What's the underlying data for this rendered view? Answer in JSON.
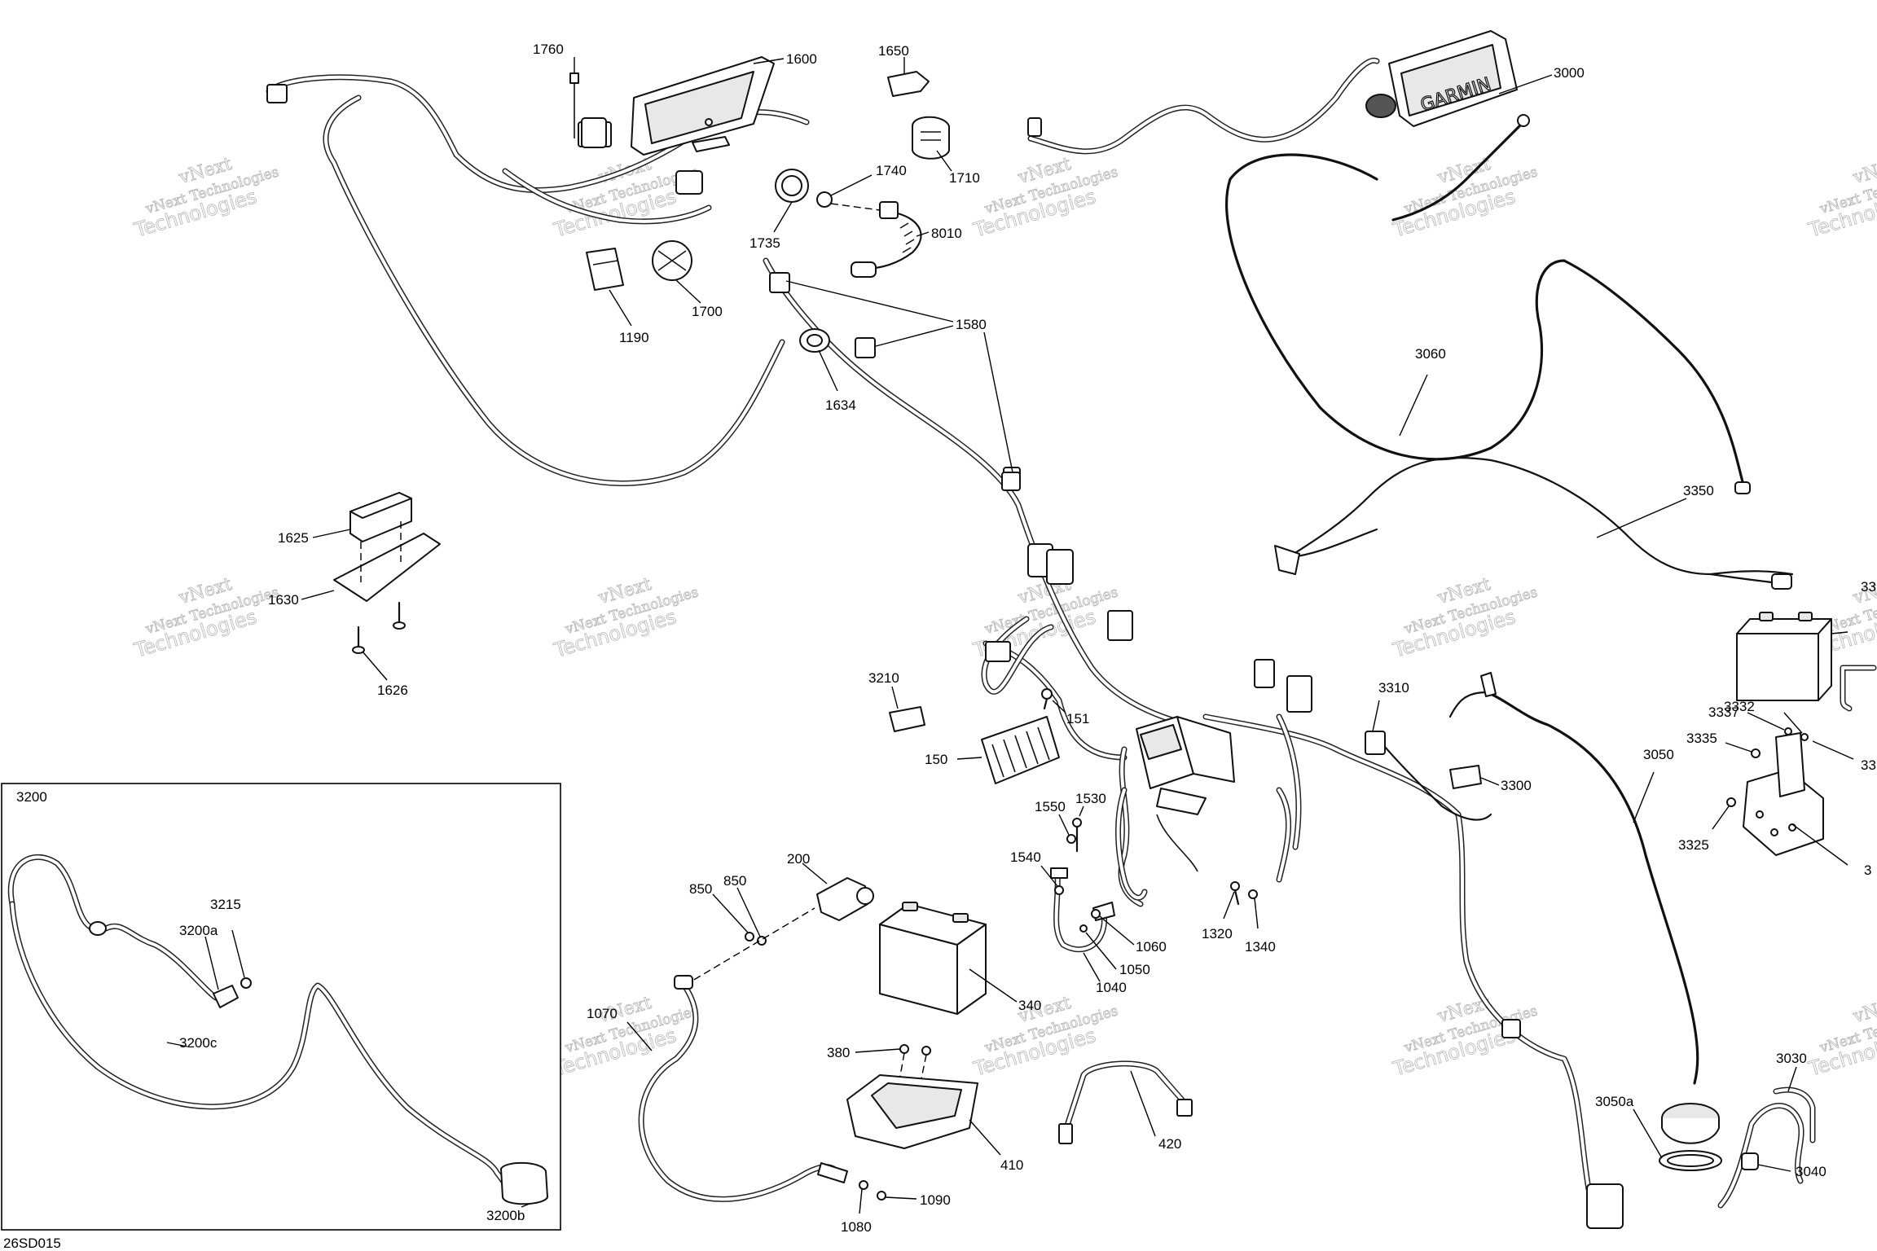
{
  "diagram_code": "26SD015",
  "watermark": {
    "line1": "vNext",
    "line2": "vNext Technologies",
    "line3": "Technologies"
  },
  "brand_text": "GARMIN",
  "inset": {
    "label": "3200"
  },
  "labels": {
    "p1760": "1760",
    "p1600": "1600",
    "p1650": "1650",
    "p3000": "3000",
    "p1740": "1740",
    "p1710": "1710",
    "p1735": "1735",
    "p8010": "8010",
    "p1190": "1190",
    "p1700": "1700",
    "p1580": "1580",
    "p1634": "1634",
    "p3060": "3060",
    "p3350": "3350",
    "p1625": "1625",
    "p1630": "1630",
    "p1626": "1626",
    "p3210": "3210",
    "p151": "151",
    "p150": "150",
    "p3310": "3310",
    "p3300": "3300",
    "p3050": "3050",
    "p3337": "3337",
    "p3332": "3332",
    "p3335": "3335",
    "p3325": "3325",
    "p33a": "33",
    "p33b": "33",
    "p3b": "3",
    "p1550": "1550",
    "p1530": "1530",
    "p1540": "1540",
    "p1060": "1060",
    "p1050": "1050",
    "p1040": "1040",
    "p1320": "1320",
    "p1340": "1340",
    "p200": "200",
    "p850a": "850",
    "p850b": "850",
    "p340": "340",
    "p1070": "1070",
    "p380": "380",
    "p410": "410",
    "p420": "420",
    "p1080": "1080",
    "p1090": "1090",
    "p3050a": "3050a",
    "p3030": "3030",
    "p3040": "3040",
    "p3215": "3215",
    "p3200a": "3200a",
    "p3200b": "3200b",
    "p3200c": "3200c"
  }
}
